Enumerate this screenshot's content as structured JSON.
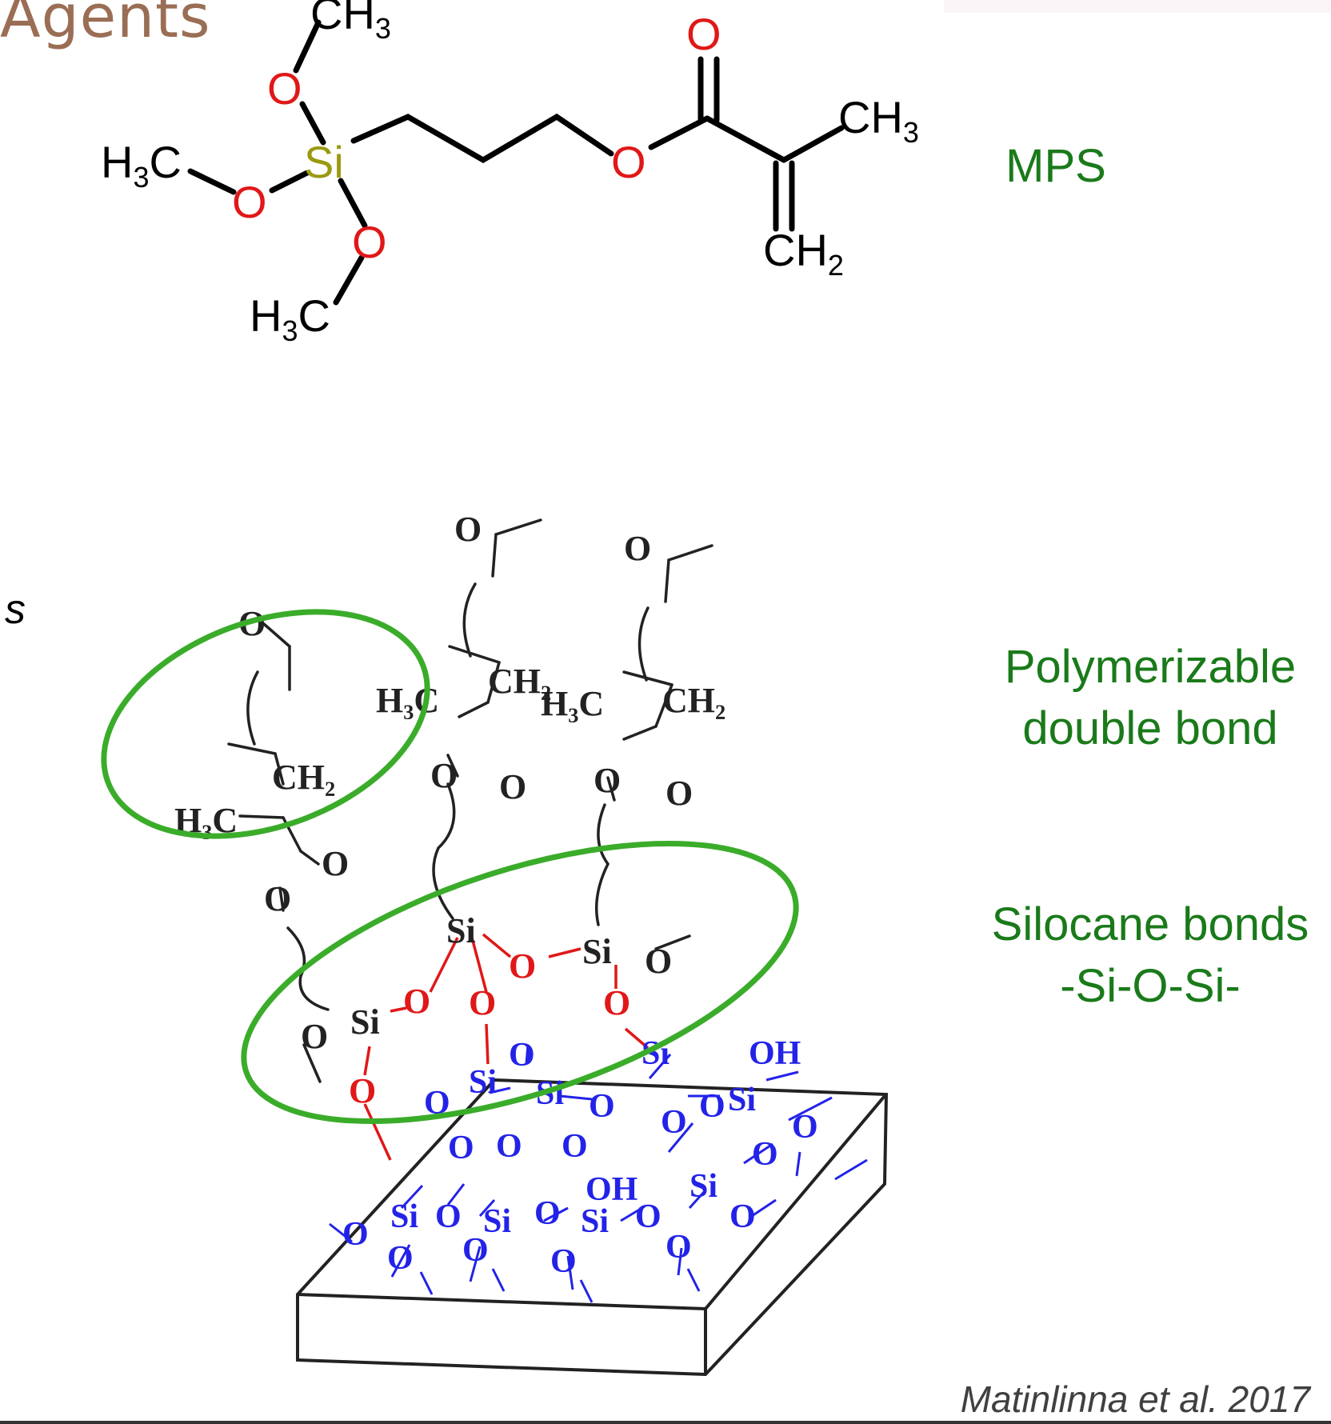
{
  "slide": {
    "header_fragment": "Agents",
    "left_letter": "s",
    "label_mps": "MPS",
    "label_poly_line1": "Polymerizable",
    "label_poly_line2": "double bond",
    "label_silo_line1": "Silocane bonds",
    "label_silo_line2": "-Si-O-Si-",
    "citation": "Matinlinna   et al. 2017"
  },
  "molecule": {
    "atoms": {
      "ch3_top": "CH",
      "sub3": "3",
      "o": "O",
      "si": "Si",
      "h3c": "H",
      "c": "C",
      "ch3_right": "CH",
      "ch2": "CH",
      "sub2": "2"
    }
  },
  "surface": {
    "labels": {
      "o": "O",
      "si": "Si",
      "oh": "OH",
      "h3c": "H₃C",
      "ch2": "CH₂"
    }
  },
  "colors": {
    "label_green": "#1a7a1a",
    "ellipse_green": "#3aac2a",
    "oxygen_red": "#e01818",
    "silicon_olive": "#9a9a10",
    "surface_blue": "#2323e8",
    "header_brown": "#9a6e54"
  }
}
